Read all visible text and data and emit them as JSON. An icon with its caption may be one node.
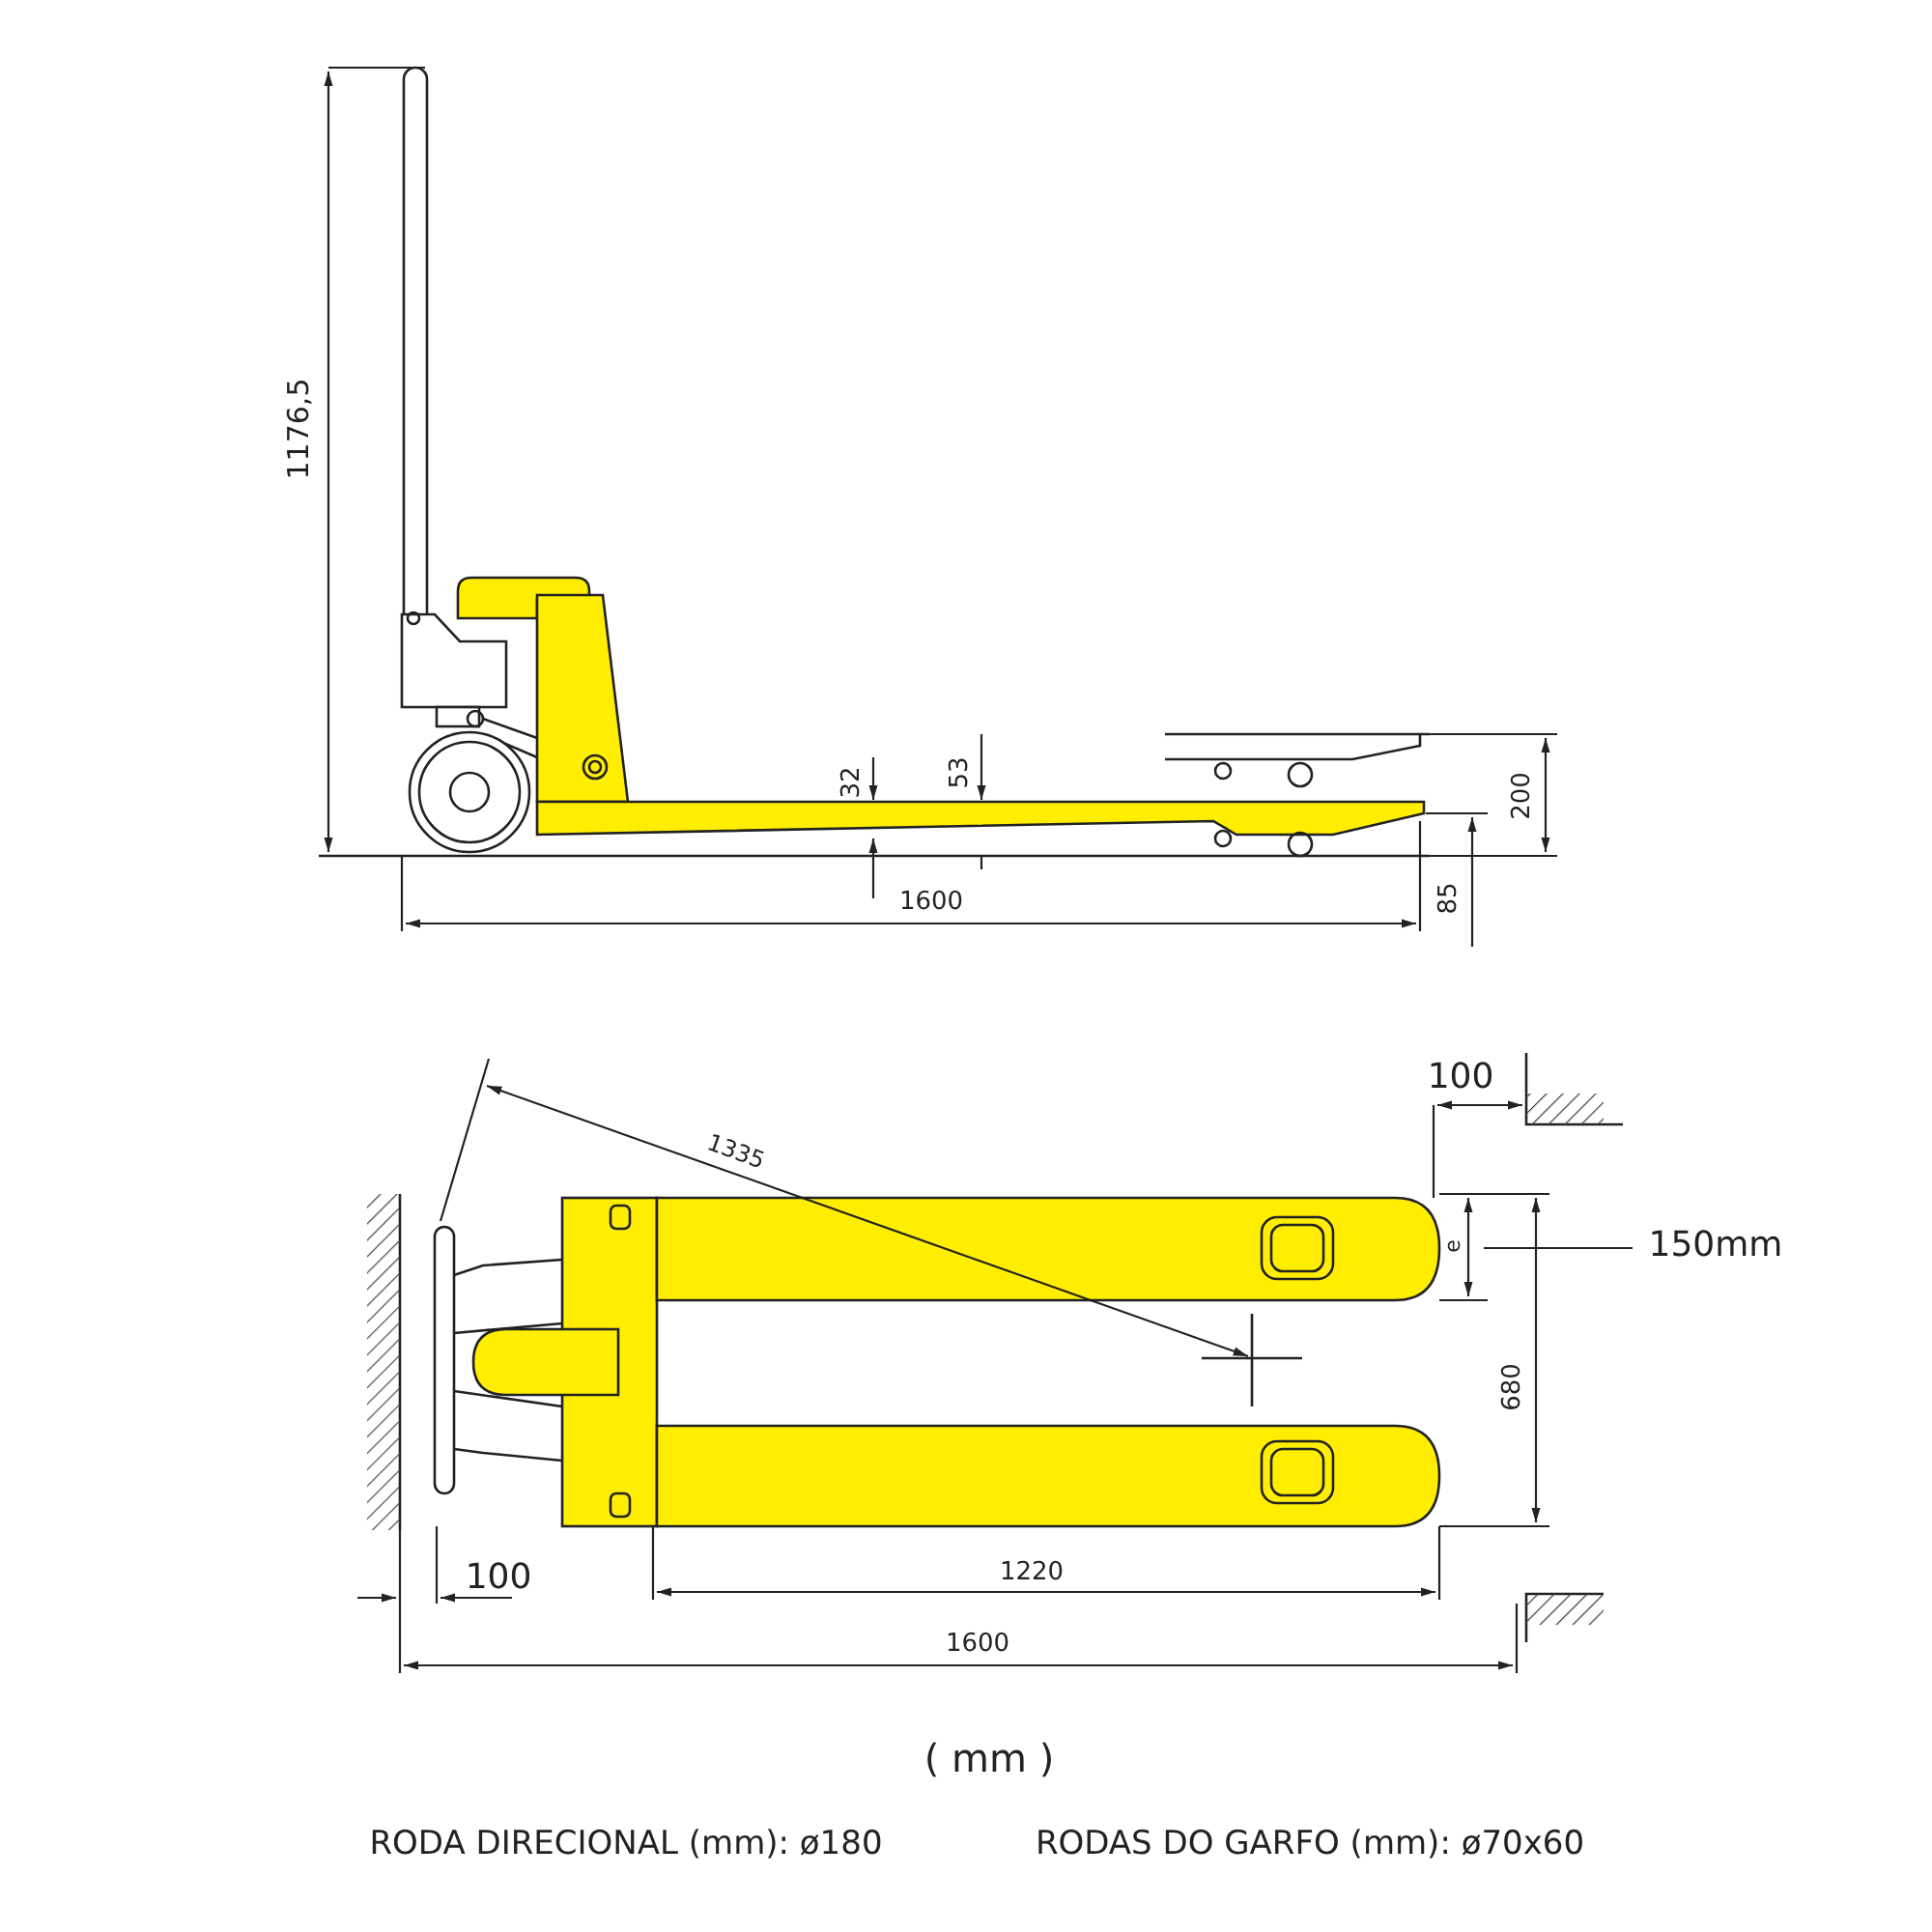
{
  "diagram": {
    "labels": [
      "1176,5",
      "32",
      "53",
      "200",
      "1600",
      "85",
      "100",
      "1335",
      "e",
      "150mm",
      "680",
      "100",
      "1220",
      "1600",
      "( mm )",
      "RODA DIRECIONAL (mm): ø180",
      "RODAS DO GARFO (mm): ø70x60"
    ]
  }
}
